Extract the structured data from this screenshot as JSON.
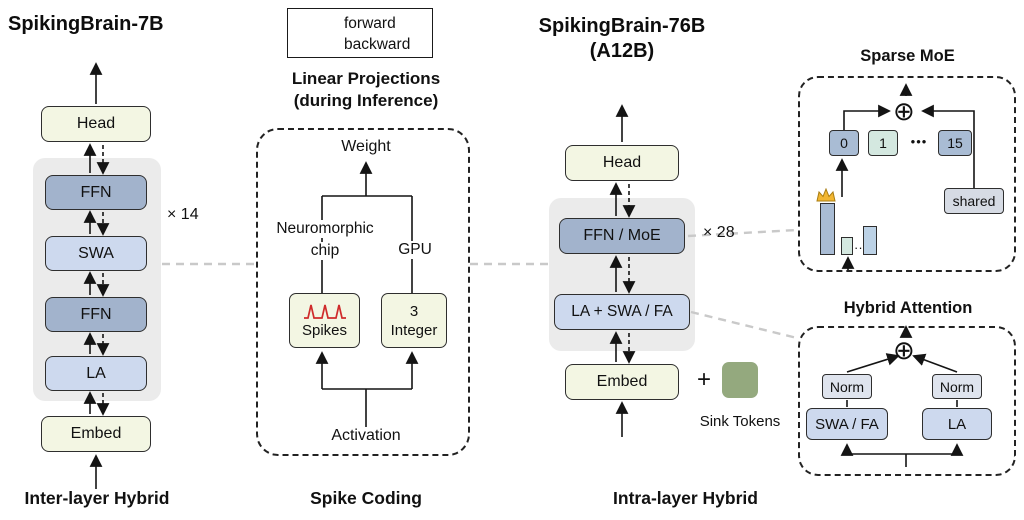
{
  "legend": {
    "forward_label": "forward",
    "backward_label": "backward"
  },
  "left_model": {
    "title": "SpikingBrain-7B",
    "blocks": {
      "head": "Head",
      "ffn1": "FFN",
      "swa": "SWA",
      "ffn2": "FFN",
      "la": "LA",
      "embed": "Embed"
    },
    "multiplier": "× 14",
    "caption": "Inter-layer Hybrid"
  },
  "spike_coding": {
    "title_line1": "Linear Projections",
    "title_line2": "(during Inference)",
    "weight_label": "Weight",
    "neuromorphic_line1": "Neuromorphic",
    "neuromorphic_line2": "chip",
    "gpu_label": "GPU",
    "spikes_label": "Spikes",
    "integer_bits": "3",
    "integer_label": "Integer",
    "activation_label": "Activation",
    "caption": "Spike Coding"
  },
  "right_model": {
    "title_line1": "SpikingBrain-76B",
    "title_line2": "(A12B)",
    "blocks": {
      "head": "Head",
      "ffn_moe": "FFN / MoE",
      "la_swa": "LA + SWA / FA",
      "embed": "Embed"
    },
    "multiplier": "× 28",
    "plus_sign": "+",
    "sink_tokens_label": "Sink Tokens",
    "caption": "Intra-layer Hybrid"
  },
  "sparse_moe": {
    "title": "Sparse MoE",
    "sum_symbol": "⊕",
    "experts": {
      "first": "0",
      "second": "1",
      "dots": "•••",
      "last": "15"
    },
    "shared_label": "shared",
    "bar_dots": "··"
  },
  "hybrid_attention": {
    "title": "Hybrid Attention",
    "sum_symbol": "⊕",
    "norm_left": "Norm",
    "norm_right": "Norm",
    "swa_fa_label": "SWA / FA",
    "la_label": "LA"
  },
  "colors": {
    "block_cream": "#f3f6e3",
    "block_blue": "#a2b3cc",
    "block_light_blue": "#cdd9ee",
    "panel_gray": "#ebebeb",
    "sink_green": "#94a97e",
    "spike_red": "#cf2b2b",
    "crown_gold": "#f2b632",
    "expert_blue": "#a9bcd4",
    "expert_teal": "#d4e8e0",
    "shared_gray": "#d6dbe4",
    "connector_gray": "#c9c9c9"
  }
}
